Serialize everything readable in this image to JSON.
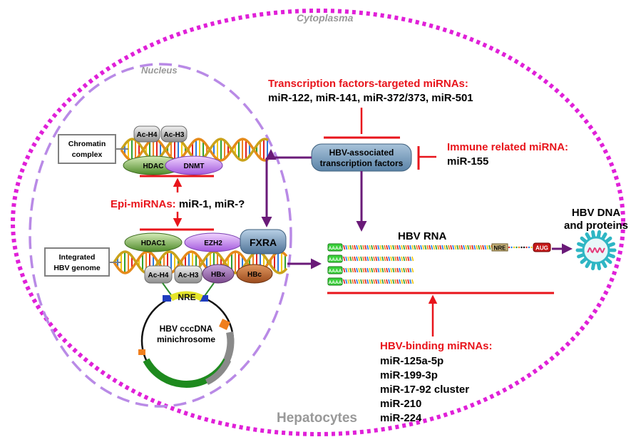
{
  "labels": {
    "cytoplasma": "Cytoplasma",
    "nucleus": "Nucleus",
    "hepatocytes": "Hepatocytes",
    "chromatin_complex": [
      "Chromatin",
      "complex"
    ],
    "integrated_genome": [
      "Integrated",
      "HBV genome"
    ],
    "ccc_dna": [
      "HBV cccDNA",
      "minichrosome"
    ],
    "nre_circle": "NRE",
    "hbv_rna": "HBV RNA",
    "hbv_dna_proteins": [
      "HBV DNA",
      "and proteins"
    ],
    "hbv_tf": [
      "HBV-associated",
      "transcription factors"
    ],
    "fxra": "FXRA"
  },
  "histone_marks": {
    "top_ach4": "Ac-H4",
    "top_ach3": "Ac-H3",
    "bot_ach4": "Ac-H4",
    "bot_ach3": "Ac-H3"
  },
  "proteins": {
    "hdac": "HDAC",
    "dnmt": "DNMT",
    "hdac1": "HDAC1",
    "ezh2": "EZH2",
    "hbx": "HBx",
    "hbc": "HBc"
  },
  "rna_tags": {
    "poly_a": "AAAA",
    "nre": "NRE",
    "aug": "AUG"
  },
  "mirna_groups": {
    "transcription": {
      "title": "Transcription factors-targeted  miRNAs:",
      "members": "miR-122, miR-141, miR-372/373, miR-501"
    },
    "immune": {
      "title": "Immune related miRNA:",
      "members": "miR-155"
    },
    "epi": {
      "title": "Epi-miRNAs:",
      "members": " miR-1, miR-?"
    },
    "binding": {
      "title": "HBV-binding miRNAs:",
      "members": [
        "miR-125a-5p",
        "miR-199-3p",
        "miR-17-92 cluster",
        "miR-210",
        "miR-224"
      ]
    }
  },
  "colors": {
    "cytoplasm_border": "#e020d8",
    "nucleus_border": "#b98ae6",
    "inhibitor_red": "#e8141b",
    "activation_purple": "#6a1a78",
    "label_red": "#e8141b",
    "label_gray": "#999999",
    "tf_box": "#6e95b5",
    "virion": "#2fb6c4"
  },
  "icons": {
    "virion": "virus-particle-icon",
    "dna_helix": "dna-helix-icon"
  }
}
